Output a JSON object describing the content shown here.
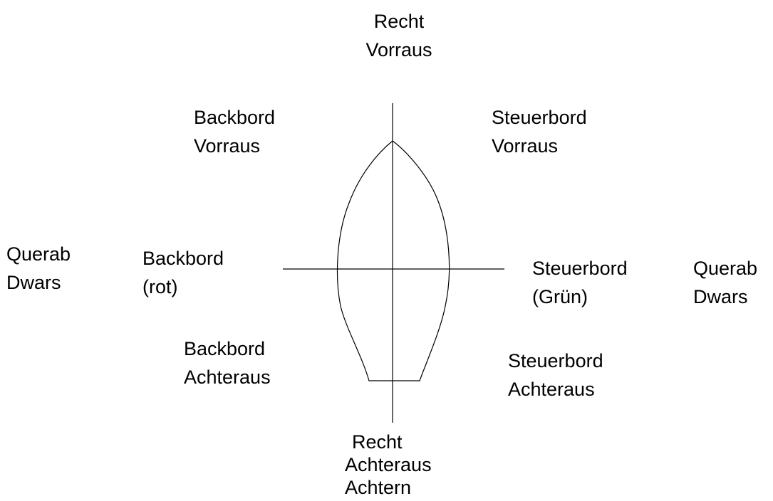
{
  "diagram": {
    "labels": {
      "ahead": {
        "line1": "Recht",
        "line2": "Vorraus"
      },
      "port_bow": {
        "line1": "Backbord",
        "line2": "Vorraus"
      },
      "starboard_bow": {
        "line1": "Steuerbord",
        "line2": "Vorraus"
      },
      "abeam_left": {
        "line1": "Querab",
        "line2": "Dwars"
      },
      "port": {
        "line1": "Backbord",
        "line2": "(rot)"
      },
      "starboard": {
        "line1": "Steuerbord",
        "line2": "(Grün)"
      },
      "abeam_right": {
        "line1": "Querab",
        "line2": "Dwars"
      },
      "port_quarter": {
        "line1": "Backbord",
        "line2": "Achteraus"
      },
      "starboard_quarter": {
        "line1": "Steuerbord",
        "line2": "Achteraus"
      },
      "astern": {
        "line1": "Recht",
        "line2": "Achteraus",
        "line3": "Achtern"
      }
    }
  }
}
